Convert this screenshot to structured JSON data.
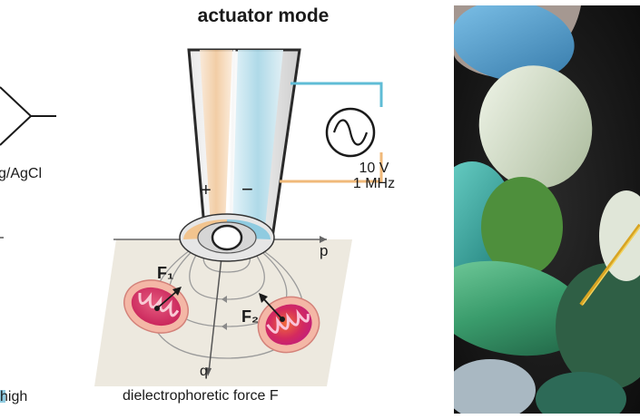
{
  "header": {
    "title": "actuator mode"
  },
  "left_panel": {
    "electrode_label": "g/AgCl",
    "scale_label": "high"
  },
  "source": {
    "voltage": "10 V",
    "frequency": "1 MHz"
  },
  "electrodes": {
    "positive": "+",
    "negative": "−"
  },
  "axes": {
    "p": "p",
    "q": "q"
  },
  "forces": {
    "f1": "F₁",
    "f2": "F₂"
  },
  "caption": "dielectrophoretic force F",
  "colors": {
    "positive_channel": "#f2c48e",
    "negative_channel": "#8fcbe0",
    "plane": "#ede9df",
    "mito": "#d43a6e"
  }
}
